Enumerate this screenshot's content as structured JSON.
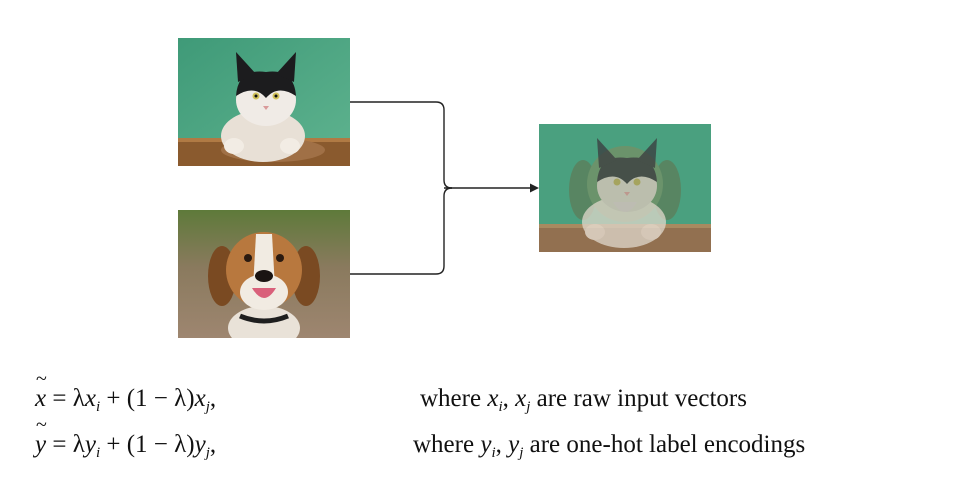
{
  "diagram": {
    "images": [
      {
        "id": "cat",
        "depicts": "cat-photo"
      },
      {
        "id": "dog",
        "depicts": "dog-photo"
      },
      {
        "id": "mix",
        "depicts": "mixed-cat-dog-photo"
      }
    ],
    "icons": {
      "arrow": "arrow-right-icon"
    }
  },
  "equations": {
    "x": {
      "lhs": "x̃",
      "formula": "= λx_i + (1 − λ)x_j,",
      "where_prefix": "where",
      "vars": "x_i, x_j",
      "where_suffix": "are raw input vectors"
    },
    "y": {
      "lhs": "ỹ",
      "formula": "= λy_i + (1 − λ)y_j,",
      "where_prefix": "where",
      "vars": "y_i, y_j",
      "where_suffix": "are one-hot label encodings"
    }
  }
}
